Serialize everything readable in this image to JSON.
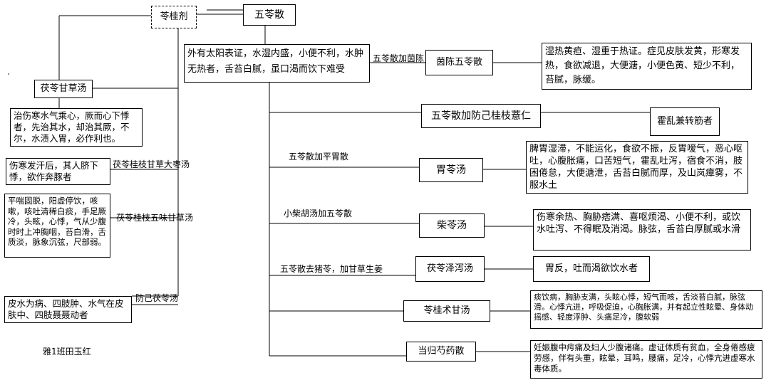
{
  "nodes": {
    "root": "五苓散",
    "linggui": "苓桂剂",
    "center_text": "外有太阳表证，水湿内盛，小便不利，水肿无热者，舌苔白腻，虽口渴而饮下难受",
    "yinchen": "茵陈五苓散",
    "yinchen_desc": "湿热黄疸、湿重于热证。症见皮肤发黄，形寒发热，食欲减退，大便溏，小便色黄、短少不利，苔腻，脉缓。",
    "fangji": "五苓散加防己桂枝薏仁",
    "fangji_desc": "霍乱兼转筋者",
    "weiling": "胃苓汤",
    "weiling_desc": "脾胃湿滞，不能运化，食欲不振，反胃嗳气，恶心呕吐，心腹胀痛，口苦短气，霍乱吐泻，宿食不消，肢困倦怠，大便溏泄，舌苔白腻而厚，及山岚瘴雾，不服水土",
    "chailing": "柴苓汤",
    "chailing_desc": "伤寒余热、胸胁痞满、喜呕烦渴、小便不利，或饮水吐泻、不得眠及消渴。脉弦，舌苔白厚腻或水滑",
    "fulingzexie": "茯苓泽泻汤",
    "fulingzexie_desc": "胃反，吐而渴欲饮水者",
    "lingguizhugan": "苓桂术甘汤",
    "lingguizhugan_desc": "痰饮病，胸胁支满，头眩心悸，短气而咳，舌淡苔白腻，脉弦滑。心悸亢进，呼吸促迫，心胸胀满，并有起立性眩晕、身体动摇感、轻度浮肿、头痛足冷，腹软弱",
    "danggui": "当归芍药散",
    "danggui_desc": "妊娠腹中疞痛及妇人少腹诸痛。虚证体质有贫血，全身倦感疲劳感，伴有头重，眩晕，耳鸣，腰痛，足冷，心悸亢进虚寒水毒体质。",
    "fulinggancao": "茯苓甘草汤",
    "fulinggancao_desc": "治伤寒水气乘心，厥而心下悸者，先治其水，却治其厥，不尔，水渍入胃，必作利也。",
    "dazao_desc": "伤寒发汗后，其人脐下悸，欲作奔豚者",
    "wuwei_desc": "平喘固脱，阳虚停饮，咳嗽，咳吐清稀白痰，手足厥冷，头眩，心悸，气从少腹时时上冲胸咽，苔白滑，舌质淡，脉象沉弦，尺部弱。",
    "fangji_fuling_desc": "皮水为病、四肢肿、水气在皮肤中、四肢聂聂动者"
  },
  "edge_labels": {
    "yinchen": "五苓散加茵陈",
    "weiling": "五苓散加平胃散",
    "chailing": "小柴胡汤加五苓散",
    "fulingzexie": "五苓散去猪苓，加甘草生姜",
    "dazao": "茯苓桂枝甘草大枣汤",
    "wuwei": "茯苓桂枝五味甘草汤",
    "fangji_fuling": "防己茯苓汤"
  },
  "author": "雅1班田玉红"
}
